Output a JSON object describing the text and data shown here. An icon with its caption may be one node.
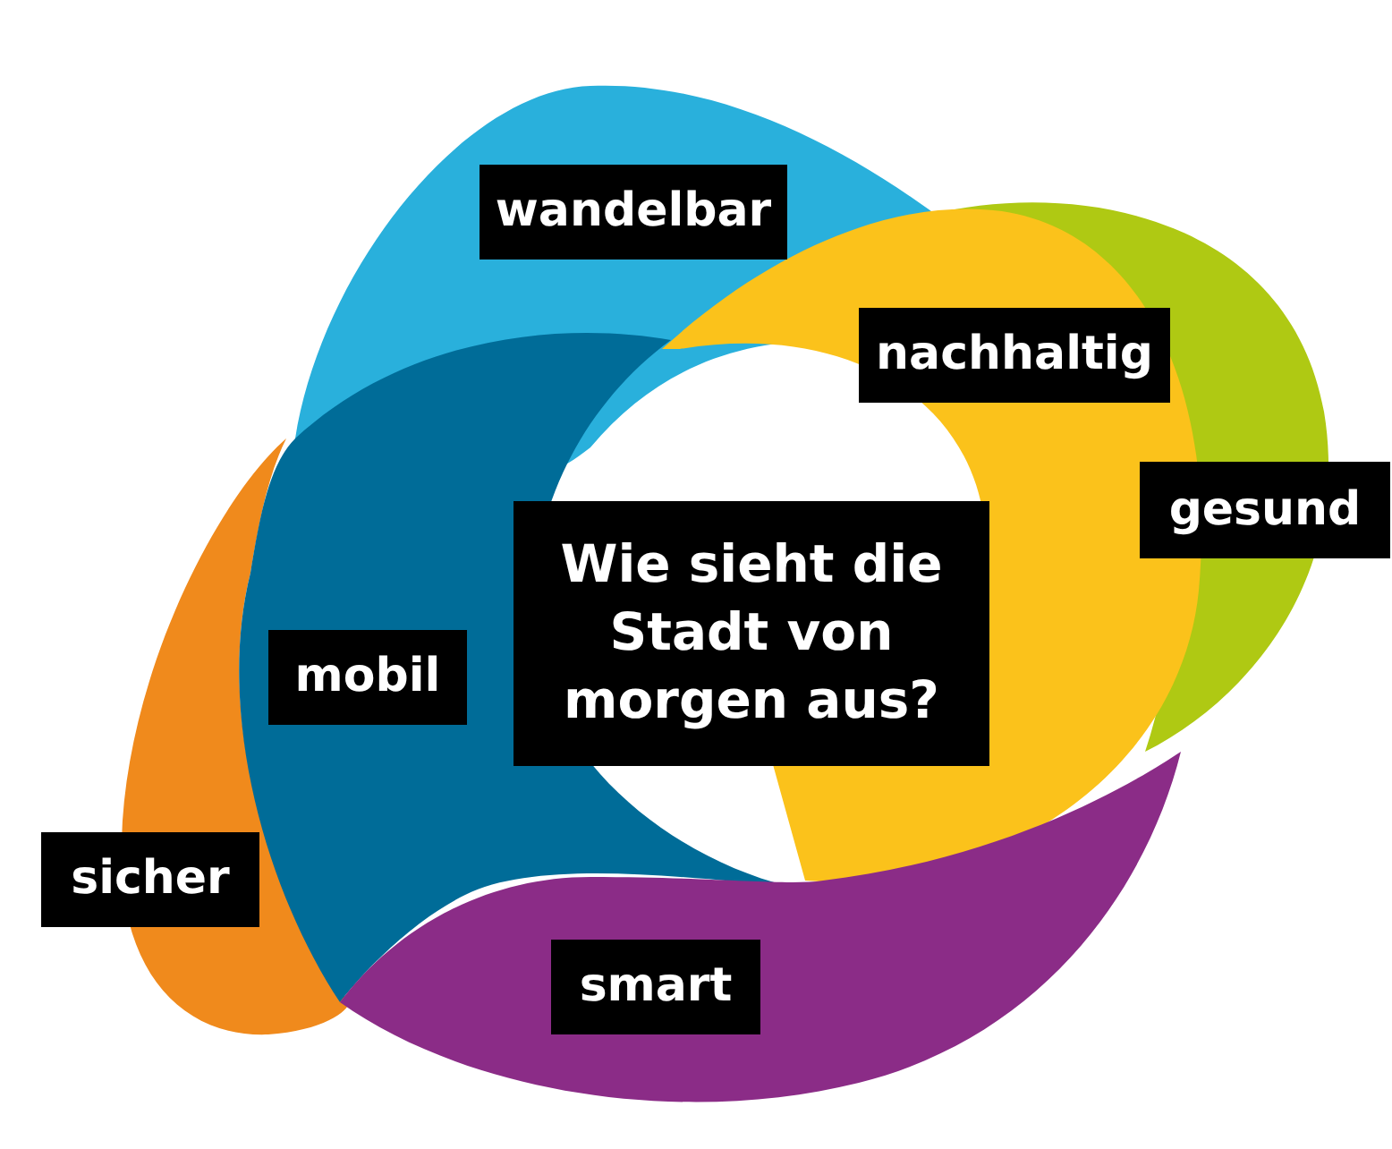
{
  "diagram": {
    "nodes": [
      {
        "text": [
          "wandelbar"
        ]
      },
      {
        "text": [
          "nachhaltig"
        ]
      },
      {
        "text": [
          "gesund"
        ]
      },
      {
        "text": [
          "Wie sieht die Stadt von morgen aus?"
        ]
      },
      {
        "text": [
          "mobil"
        ]
      },
      {
        "text": [
          "sicher"
        ]
      },
      {
        "text": [
          "smart"
        ]
      }
    ]
  }
}
